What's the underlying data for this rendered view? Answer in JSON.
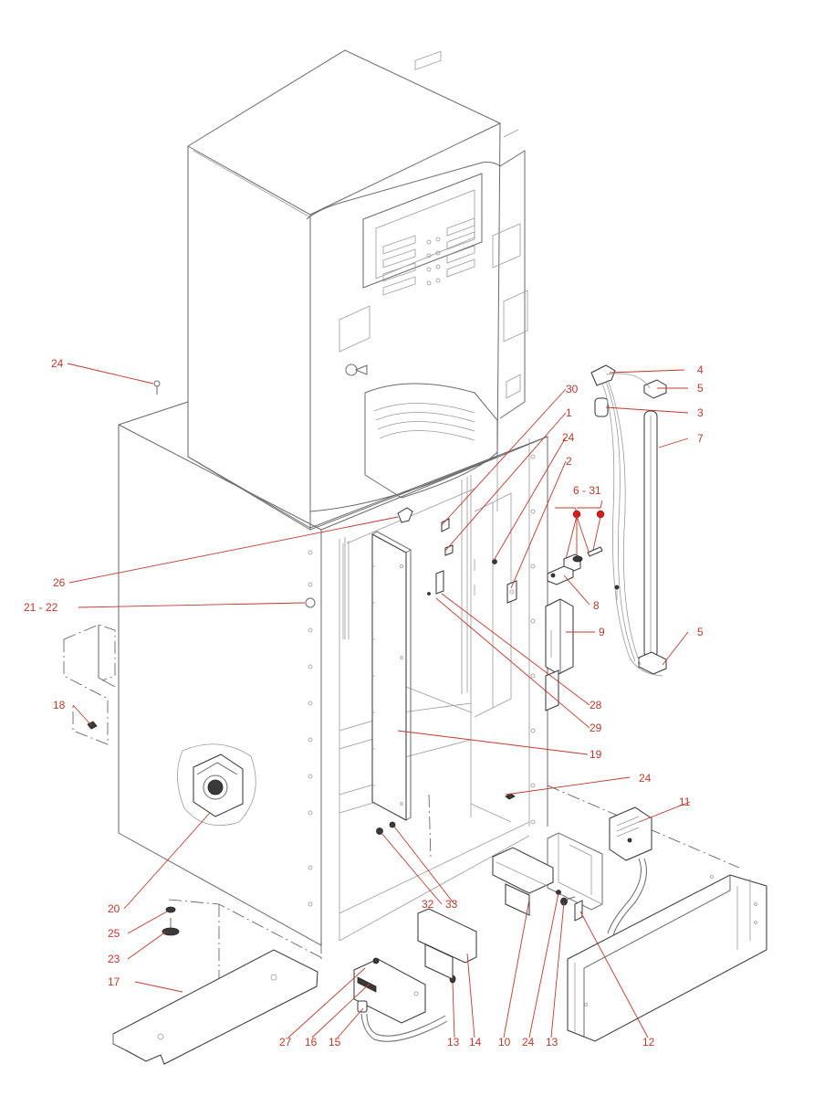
{
  "callouts": [
    {
      "key": "c1",
      "text": "1"
    },
    {
      "key": "c2",
      "text": "2"
    },
    {
      "key": "c3",
      "text": "3"
    },
    {
      "key": "c4",
      "text": "4"
    },
    {
      "key": "c5a",
      "text": "5"
    },
    {
      "key": "c5b",
      "text": "5"
    },
    {
      "key": "c6_31",
      "text": "6  -  31"
    },
    {
      "key": "c7",
      "text": "7"
    },
    {
      "key": "c8",
      "text": "8"
    },
    {
      "key": "c9",
      "text": "9"
    },
    {
      "key": "c10",
      "text": "10"
    },
    {
      "key": "c11",
      "text": "11"
    },
    {
      "key": "c12",
      "text": "12"
    },
    {
      "key": "c13a",
      "text": "13"
    },
    {
      "key": "c13b",
      "text": "13"
    },
    {
      "key": "c14",
      "text": "14"
    },
    {
      "key": "c15",
      "text": "15"
    },
    {
      "key": "c16",
      "text": "16"
    },
    {
      "key": "c17",
      "text": "17"
    },
    {
      "key": "c18",
      "text": "18"
    },
    {
      "key": "c19",
      "text": "19"
    },
    {
      "key": "c20",
      "text": "20"
    },
    {
      "key": "c21_22",
      "text": "21  -  22"
    },
    {
      "key": "c23",
      "text": "23"
    },
    {
      "key": "c24a",
      "text": "24"
    },
    {
      "key": "c24b",
      "text": "24"
    },
    {
      "key": "c24c",
      "text": "24"
    },
    {
      "key": "c24d",
      "text": "24"
    },
    {
      "key": "c25",
      "text": "25"
    },
    {
      "key": "c26",
      "text": "26"
    },
    {
      "key": "c27",
      "text": "27"
    },
    {
      "key": "c28",
      "text": "28"
    },
    {
      "key": "c29",
      "text": "29"
    },
    {
      "key": "c30",
      "text": "30"
    },
    {
      "key": "c32",
      "text": "32"
    },
    {
      "key": "c33",
      "text": "33"
    }
  ],
  "colors": {
    "callout": "#c0392b",
    "drawing": "#333333",
    "marker": "#d31c1c"
  }
}
